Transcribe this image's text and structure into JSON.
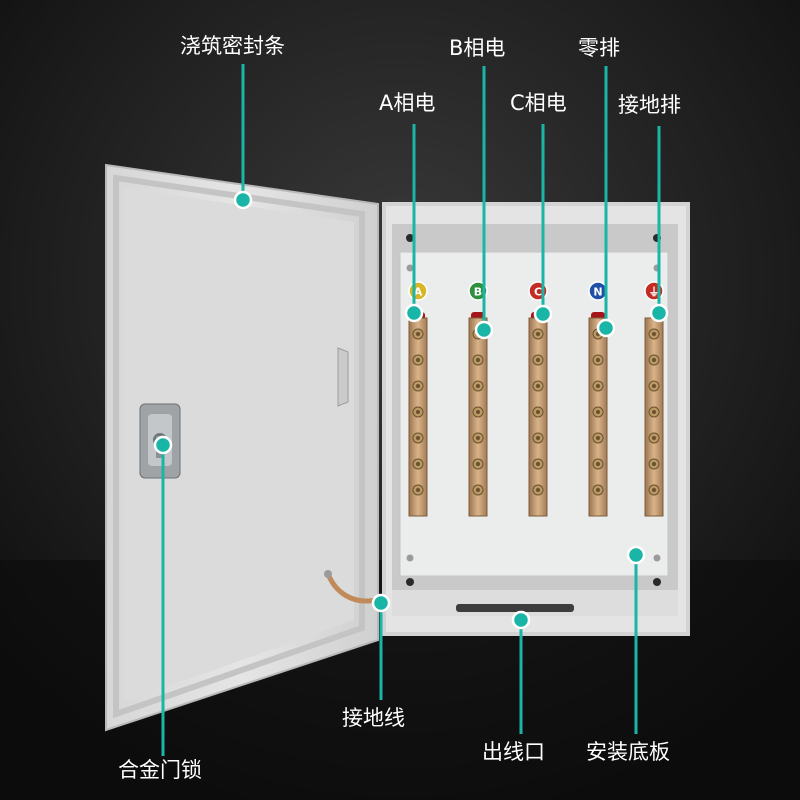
{
  "labels": {
    "seal_strip": "浇筑密封条",
    "phase_b": "B相电",
    "neutral_bar": "零排",
    "phase_a": "A相电",
    "phase_c": "C相电",
    "ground_bar": "接地排",
    "ground_wire": "接地线",
    "door_lock": "合金门锁",
    "cable_outlet": "出线口",
    "mounting_plate": "安装底板"
  },
  "busbar_tags": {
    "a": "A",
    "b": "B",
    "c": "C",
    "n": "N",
    "pe": "⏚"
  },
  "colors": {
    "background": "#141414",
    "accent_teal": "#19b5a6",
    "cabinet_gray": "#e2e3e2",
    "copper": "#c49a6c",
    "insulator_red": "#a4161a",
    "tag_yellow": "#d8b628",
    "tag_green": "#2f8f3c",
    "tag_red": "#c42b24",
    "tag_blue": "#1f4fa6"
  }
}
